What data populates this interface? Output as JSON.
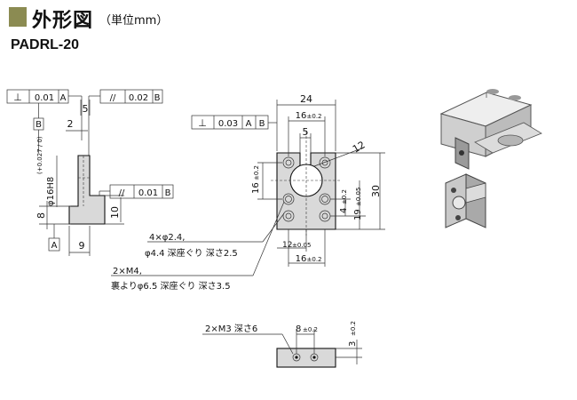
{
  "header": {
    "title": "外形図",
    "unit": "（単位mm）"
  },
  "model": "PADRL-20",
  "side_view": {
    "tol_perp": {
      "symbol": "⊥",
      "value": "0.01",
      "datum": "A"
    },
    "tol_par_top": {
      "symbol": "//",
      "value": "0.02",
      "datum": "B"
    },
    "tol_par_mid": {
      "symbol": "//",
      "value": "0.01",
      "datum": "B"
    },
    "datum_a": "A",
    "datum_b": "B",
    "dim_5": "5",
    "dim_2": "2",
    "dim_hole": "φ16H8",
    "dim_hole_tol": "(+0.027 / 0)",
    "dim_8": "8",
    "dim_10": "10",
    "dim_9": "9"
  },
  "front_view": {
    "tol_perp": {
      "symbol": "⊥",
      "value": "0.03",
      "datum_a": "A",
      "datum_b": "B"
    },
    "dim_24": "24",
    "dim_16_top": "16",
    "dim_16_top_tol": "±0.2",
    "dim_5": "5",
    "dim_12": "12",
    "dim_16_left": "16",
    "dim_16_left_tol": "±0.2",
    "dim_4": "4",
    "dim_4_tol": "±0.2",
    "dim_19": "19",
    "dim_19_tol": "±0.05",
    "dim_30": "30",
    "dim_12_bottom": "12",
    "dim_12_bottom_tol": "±0.05",
    "dim_16_bottom": "16",
    "dim_16_bottom_tol": "±0.2",
    "note_holes_1": "4×φ2.4,",
    "note_holes_2": "φ4.4 深座ぐり 深さ2.5",
    "note_tap_1": "2×M4,",
    "note_tap_2": "裏よりφ6.5 深座ぐり 深さ3.5"
  },
  "bottom_view": {
    "note_tap": "2×M3 深さ6",
    "dim_8": "8",
    "dim_8_tol": "±0.2",
    "dim_3": "3",
    "dim_3_tol": "±0.2"
  },
  "colors": {
    "header_box": "#8b8b52",
    "part_fill": "#d9d9d9"
  }
}
